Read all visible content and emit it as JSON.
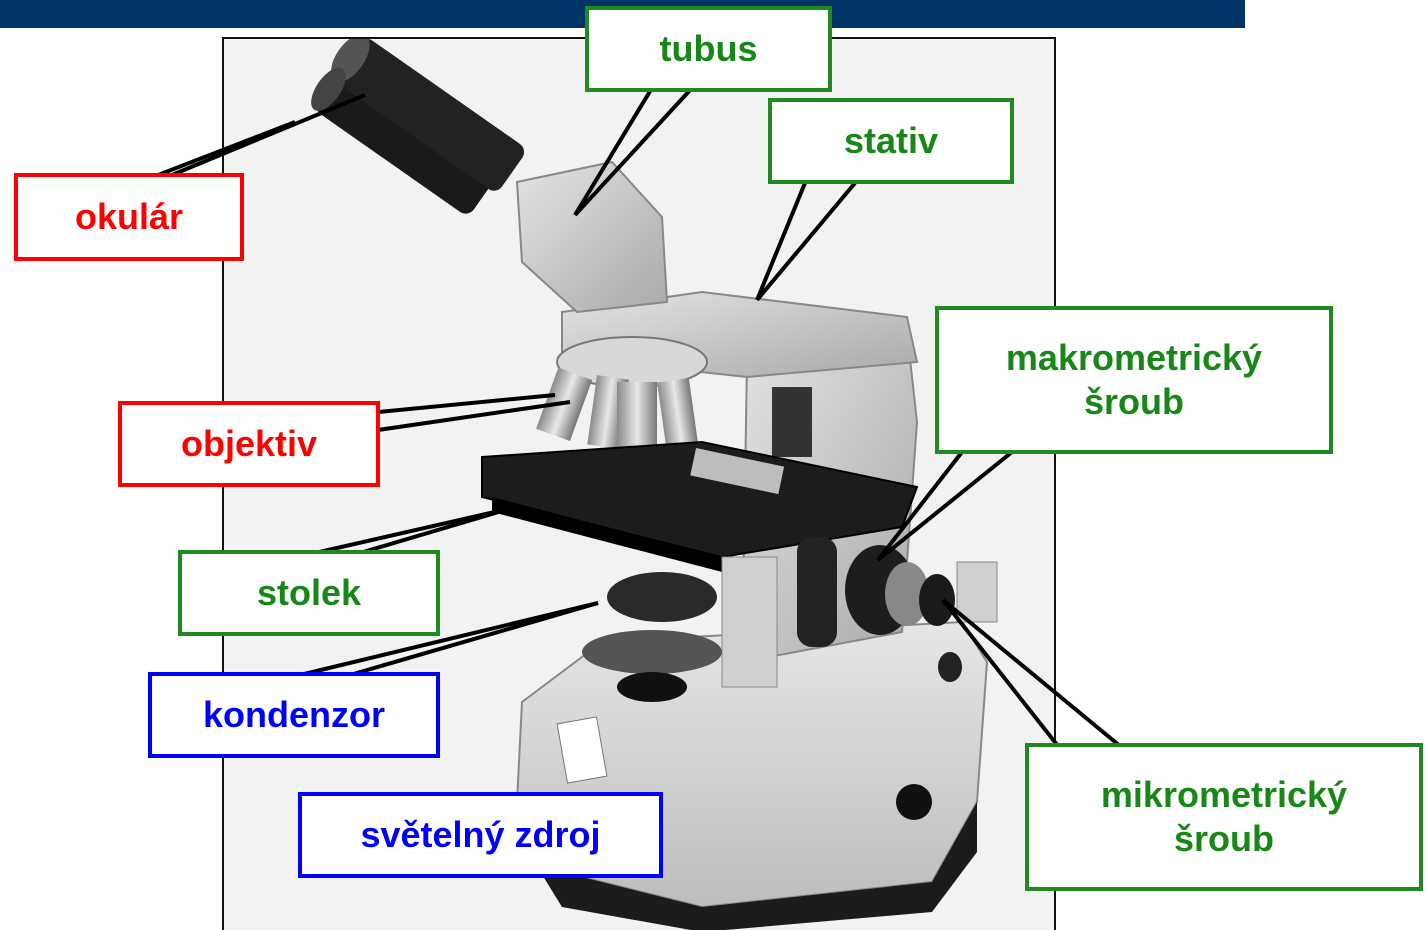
{
  "colors": {
    "header_bar": "#003366",
    "red_label": "#ff0000",
    "green_label": "#178717",
    "blue_label": "#0000ff"
  },
  "labels": {
    "okular": "okulár",
    "tubus": "tubus",
    "stativ": "stativ",
    "makrometricky_sroub": "makrometrický\nšroub",
    "objektiv": "objektiv",
    "stolek": "stolek",
    "kondenzor": "kondenzor",
    "svetelny_zdroj": "světelný zdroj",
    "mikrometricky_sroub": "mikrometrický\nšroub"
  },
  "photo": {
    "subject": "microscope"
  }
}
